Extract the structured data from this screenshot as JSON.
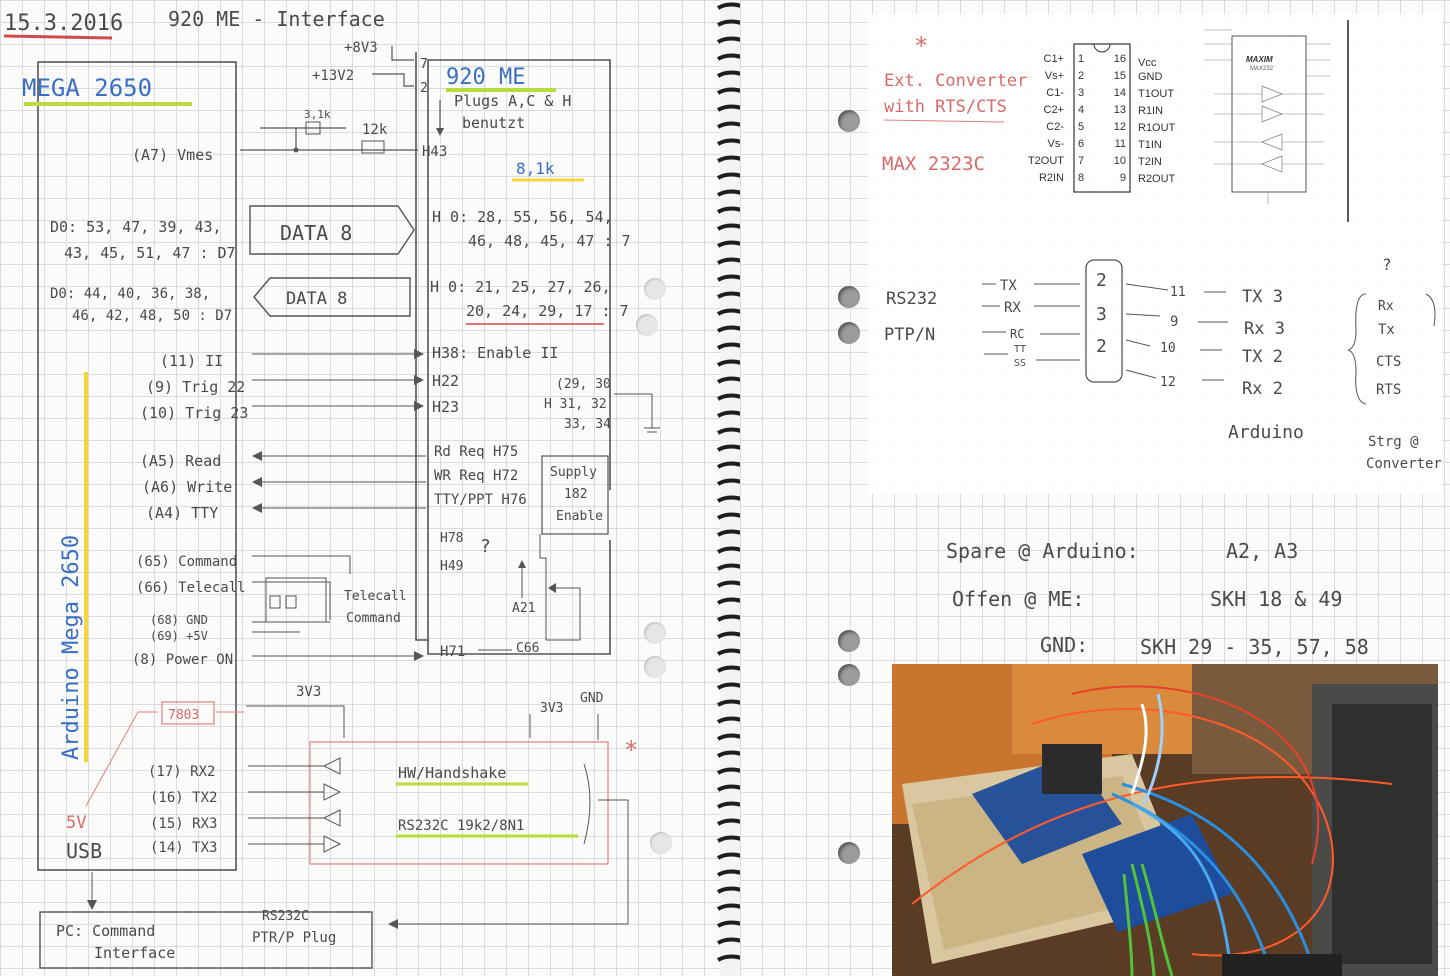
{
  "left_page": {
    "date": "15.3.2016",
    "page_title": "920 ME - Interface",
    "mega_box": {
      "title": "MEGA 2650",
      "side_label": "Arduino Mega 2650"
    },
    "me_box": {
      "title": "920 ME",
      "subtitle1": "Plugs A,C & H",
      "subtitle2": "benutzt",
      "ohm": "8,1k"
    },
    "supply": {
      "v8": "+8V3",
      "v13": "+13V2",
      "pin7": "7",
      "pin2": "2",
      "r1": "3,1k",
      "r2": "12k",
      "vmess": "(A7) Vmes",
      "h43": "H43"
    },
    "data_in": {
      "mega_line1": "D0: 53, 47, 39, 43,",
      "mega_line2": "43, 45, 51, 47 : D7",
      "arrow_label": "DATA 8",
      "me_line1": "H 0: 28, 55, 56, 54,",
      "me_line2": "46, 48, 45, 47 : 7"
    },
    "data_out": {
      "mega_line1": "D0: 44, 40, 36, 38,",
      "mega_line2": "46, 42, 48, 50 : D7",
      "arrow_label": "DATA 8",
      "me_line1": "H 0: 21, 25, 27, 26,",
      "me_line2": "20, 24, 29, 17 : 7"
    },
    "signals_to_me": [
      {
        "mega": "(11) II",
        "me": "H38: Enable II"
      },
      {
        "mega": "(9) Trig 22",
        "me": "H22"
      },
      {
        "mega": "(10) Trig 23",
        "me": "H23"
      }
    ],
    "ground_h": [
      "(29, 30",
      "H 31, 32",
      "33, 34"
    ],
    "signals_from_me": [
      {
        "mega": "(A5) Read",
        "me": "Rd Req H75"
      },
      {
        "mega": "(A6) Write",
        "me": "WR Req H72"
      },
      {
        "mega": "(A4) TTY",
        "me": "TTY/PPT H76"
      }
    ],
    "supply_box": [
      "Supply",
      "182",
      "Enable"
    ],
    "me_misc": [
      "H78",
      "H49",
      "?",
      "A21",
      "H71",
      "C66"
    ],
    "relay": {
      "mega": [
        "(65) Command",
        "(66) Telecall",
        "(68) GND",
        "(69) +5V",
        "(8) Power ON"
      ],
      "label": [
        "Telecall",
        "Command"
      ]
    },
    "reg": {
      "name": "7803",
      "v5": "5V",
      "v3a": "3V3",
      "v3b": "3V3",
      "gnd": "GND"
    },
    "serial": {
      "mega": [
        "(17) RX2",
        "(16) TX2",
        "(15) RX3",
        "(14) TX3"
      ],
      "hw": "HW/Handshake",
      "rs": "RS232C 19k2/8N1",
      "star": "*"
    },
    "usb": "USB",
    "pc_box": {
      "line1": "PC: Command",
      "line2": "Interface",
      "line3": "RS232C",
      "line4": "PTR/P Plug"
    }
  },
  "right_page": {
    "star": "*",
    "ext_note": [
      "Ext. Converter",
      "with RTS/CTS"
    ],
    "chip_name": "MAX 2323C",
    "ic_pins_left": [
      "C1+",
      "Vs+",
      "C1-",
      "C2+",
      "C2-",
      "Vs-",
      "T2OUT",
      "R2IN"
    ],
    "ic_pins_right": [
      "Vcc",
      "GND",
      "T1OUT",
      "R1IN",
      "R1OUT",
      "T1IN",
      "T2IN",
      "R2OUT"
    ],
    "ic_nums_left": [
      "1",
      "2",
      "3",
      "4",
      "5",
      "6",
      "7",
      "8"
    ],
    "ic_nums_right": [
      "16",
      "15",
      "14",
      "13",
      "12",
      "11",
      "10",
      "9"
    ],
    "maxim_logo": "MAXIM",
    "maxim_part": "MAX232",
    "rs232_label": [
      "RS232",
      "PTP/N"
    ],
    "left_signals": [
      "TX",
      "RX",
      "RC",
      "TT",
      "SS"
    ],
    "connector_pins": [
      "2",
      "3",
      "2"
    ],
    "arduino_pins": [
      "11",
      "9",
      "10",
      "12"
    ],
    "arduino_signals": [
      "TX 3",
      "Rx 3",
      "TX 2",
      "Rx 2"
    ],
    "arduino_label": "Arduino",
    "question": "?",
    "brace_items": [
      "Rx",
      "Tx",
      "CTS",
      "RTS"
    ],
    "strg": [
      "Strg @",
      "Converter"
    ],
    "notes": [
      {
        "label": "Spare @ Arduino:",
        "value": "A2, A3"
      },
      {
        "label": "Offen @ ME:",
        "value": "SKH 18 & 49"
      },
      {
        "label": "GND:",
        "value": "SKH 29 - 35, 57, 58"
      }
    ]
  }
}
